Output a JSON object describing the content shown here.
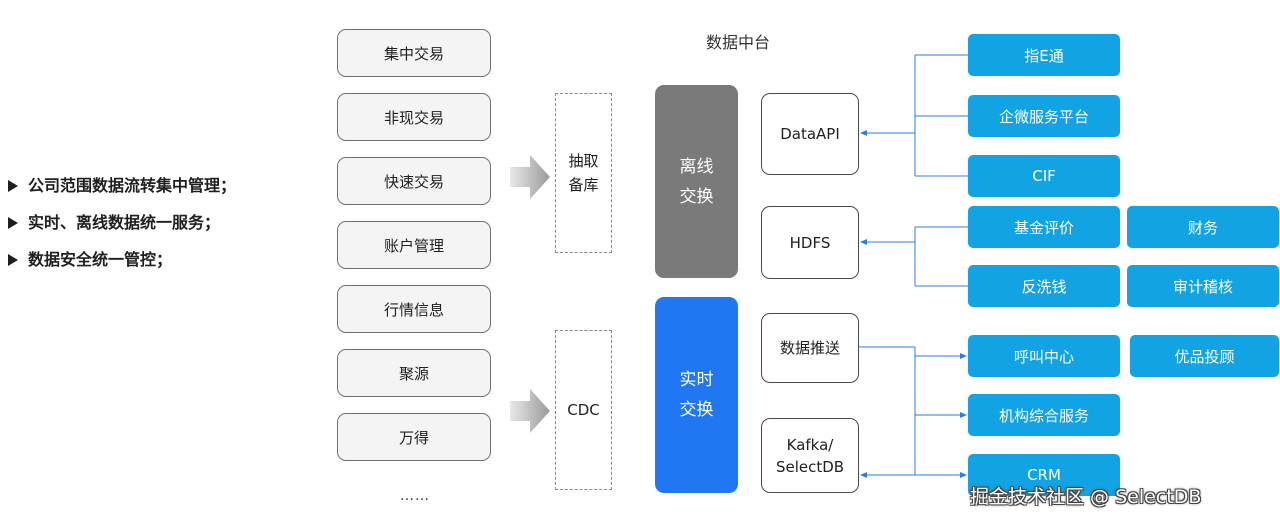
{
  "bullets": [
    "公司范围数据流转集中管理；",
    "实时、离线数据统一服务；",
    "数据安全统一管控；"
  ],
  "sources": [
    "集中交易",
    "非现交易",
    "快速交易",
    "账户管理",
    "行情信息",
    "聚源",
    "万得"
  ],
  "sources_more": "……",
  "backup_box": {
    "line1": "抽取",
    "line2": "备库"
  },
  "cdc_box": "CDC",
  "title": "数据中台",
  "offline": {
    "line1": "离线",
    "line2": "交换"
  },
  "realtime": {
    "line1": "实时",
    "line2": "交换"
  },
  "mid": {
    "dataapi": "DataAPI",
    "hdfs": "HDFS",
    "push": "数据推送",
    "kafka_line1": "Kafka/",
    "kafka_line2": "SelectDB"
  },
  "consumers": {
    "zhie": "指E通",
    "qiwei": "企微服务平台",
    "cif": "CIF",
    "jijin": "基金评价",
    "caiwu": "财务",
    "fanxi": "反洗钱",
    "shenji": "审计稽核",
    "hujiao": "呼叫中心",
    "youpin": "优品投顾",
    "jigou": "机构综合服务",
    "crm": "CRM"
  },
  "watermark": "掘金技术社区 @ SelectDB",
  "colors": {
    "realtime": "#2177f2",
    "offline": "#7a7a7a",
    "consumer": "#12a3e4",
    "connector": "#2a7fe0"
  }
}
